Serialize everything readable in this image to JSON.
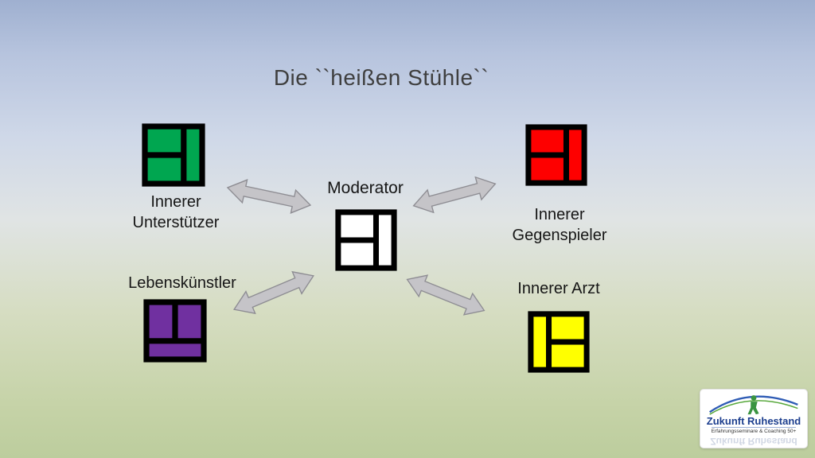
{
  "slide": {
    "title": "Die ``heißen Stühle``"
  },
  "moderator": {
    "label": "Moderator",
    "chair_color": "#ffffff"
  },
  "chairs": [
    {
      "id": "innerer-unterstuetzer",
      "label": [
        "Innerer",
        "Unterstützer"
      ],
      "color": "#00a650"
    },
    {
      "id": "innerer-gegenspieler",
      "label": [
        "Innerer",
        "Gegenspieler"
      ],
      "color": "#fe0000"
    },
    {
      "id": "lebenskuenstler",
      "label": [
        "Lebenskünstler"
      ],
      "color": "#7030a0"
    },
    {
      "id": "innerer-arzt",
      "label": [
        "Innerer Arzt"
      ],
      "color": "#ffff00"
    }
  ],
  "colors": {
    "chair_outline": "#000000",
    "arrow_fill": "#c5c4c8",
    "arrow_stroke": "#8e8d93",
    "title_text": "#3f3f3f",
    "label_text": "#161616"
  },
  "logo": {
    "title": "Zukunft Ruhestand",
    "subtitle": "Erfahrungsseminare & Coaching 50+",
    "title_color": "#1c3e8e",
    "person_color": "#3a9440",
    "arc_blue": "#2f5cb5",
    "arc_green": "#58a83c"
  }
}
